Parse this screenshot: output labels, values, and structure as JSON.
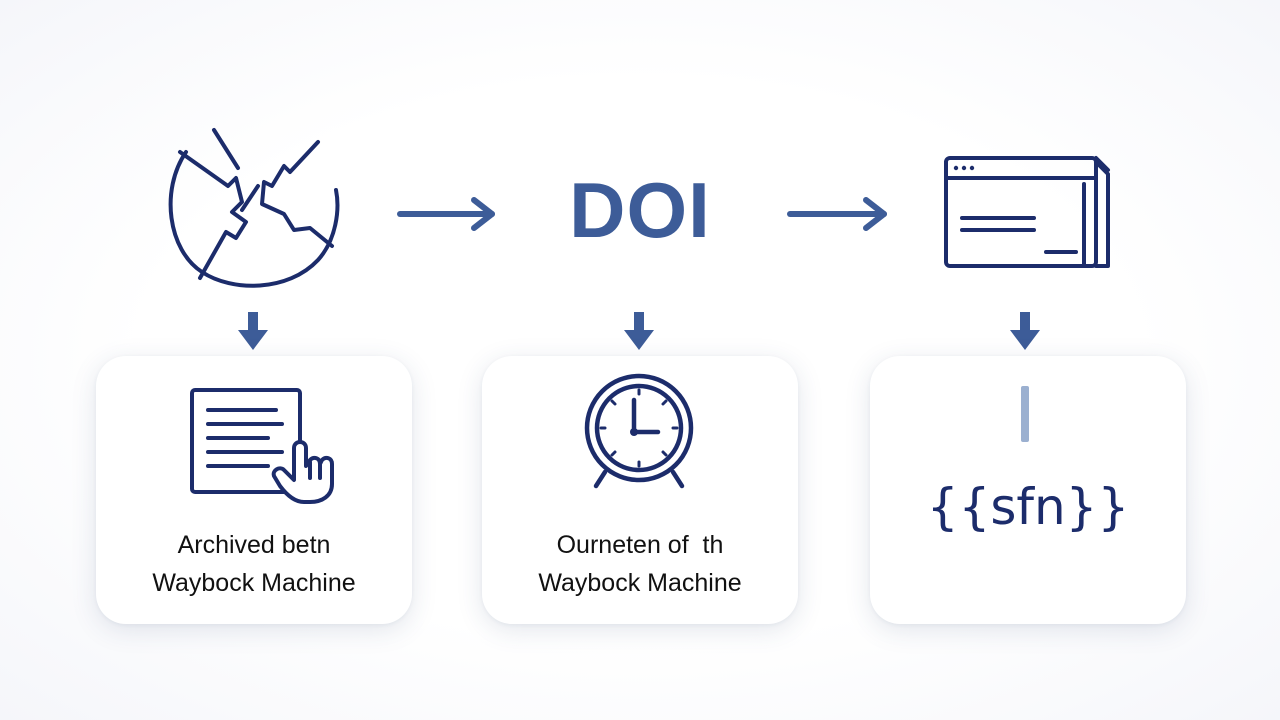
{
  "diagram": {
    "colors": {
      "icon_stroke": "#1c2c6b",
      "arrow": "#3d5c98",
      "cursor": "#9bb0d0",
      "label_text": "#111111"
    },
    "top_row": {
      "broken_link": {
        "icon": "broken-globe-icon"
      },
      "doi": {
        "label": "DOI"
      },
      "web_page": {
        "icon": "browser-window-icon"
      }
    },
    "cards": [
      {
        "icon": "document-hand-pointer-icon",
        "line1": "Archived betn",
        "line2": "Waybock Machine"
      },
      {
        "icon": "alarm-clock-icon",
        "line1": "Ourneten of  th",
        "line2": "Waybock Machine"
      },
      {
        "icon": "text-cursor-icon",
        "template": "{{sfn}}"
      }
    ]
  }
}
